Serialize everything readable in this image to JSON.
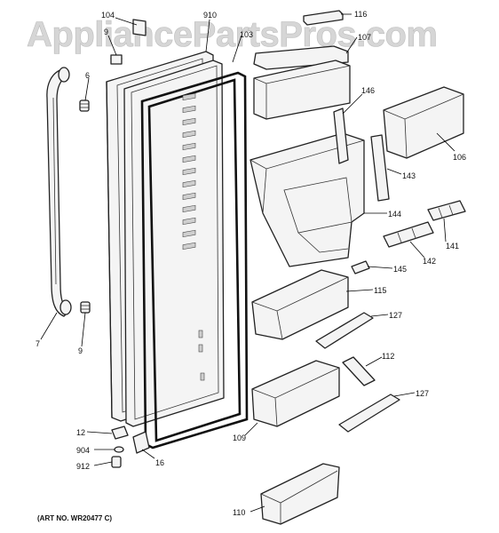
{
  "watermark": "AppliancePartsPros.com",
  "art_number": "(ART NO. WR20477 C)",
  "callouts": {
    "c104": "104",
    "c910": "910",
    "c116": "116",
    "c9_top": "9",
    "c103": "103",
    "c107": "107",
    "c6": "6",
    "c146": "146",
    "c106": "106",
    "c143": "143",
    "c144": "144",
    "c141": "141",
    "c142": "142",
    "c145": "145",
    "c115": "115",
    "c127_upper": "127",
    "c7": "7",
    "c9_bottom": "9",
    "c112": "112",
    "c127_lower": "127",
    "c12": "12",
    "c904": "904",
    "c109": "109",
    "c16": "16",
    "c912": "912",
    "c110": "110"
  }
}
